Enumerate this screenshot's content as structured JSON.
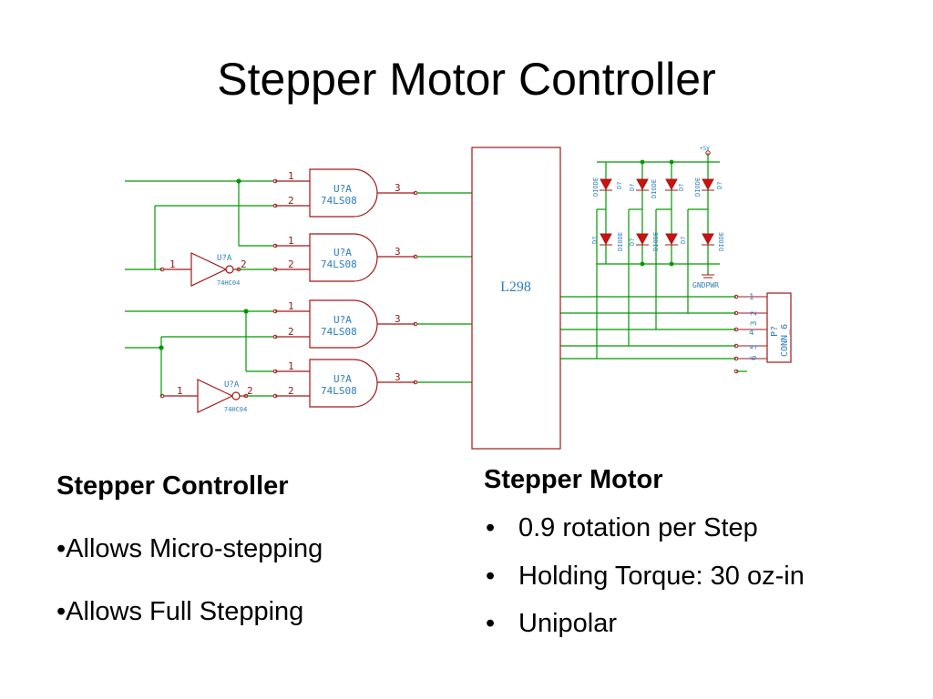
{
  "slide": {
    "title": "Stepper Motor Controller"
  },
  "schematic": {
    "driver_label": "L298",
    "and_gate_ref": "U?A",
    "and_gate_part": "74LS08",
    "inverter_ref": "U?A",
    "inverter_part": "74HC04",
    "pin_in_a": "1",
    "pin_in_b": "2",
    "pin_out": "3",
    "inv_pin_in": "1",
    "inv_pin_out": "2",
    "diode_label": "DIODE",
    "diode_ref": "D?",
    "power_label": "+5V",
    "ground_label": "GNDPWR",
    "connector_ref": "P?",
    "connector_part": "CONN_6",
    "connector_pins": [
      "1",
      "2",
      "3",
      "4",
      "5",
      "6"
    ]
  },
  "left": {
    "heading": "Stepper Controller",
    "points": [
      "•Allows Micro-stepping",
      "•Allows Full Stepping"
    ]
  },
  "right": {
    "heading": "Stepper Motor",
    "bullet": "•",
    "points": [
      "0.9 rotation per Step",
      "Holding Torque: 30 oz-in",
      "Unipolar"
    ]
  },
  "colors": {
    "wire": "#009900",
    "component": "#a01818",
    "label_blue": "#2e7dbd",
    "diode_fill": "#d01010"
  }
}
